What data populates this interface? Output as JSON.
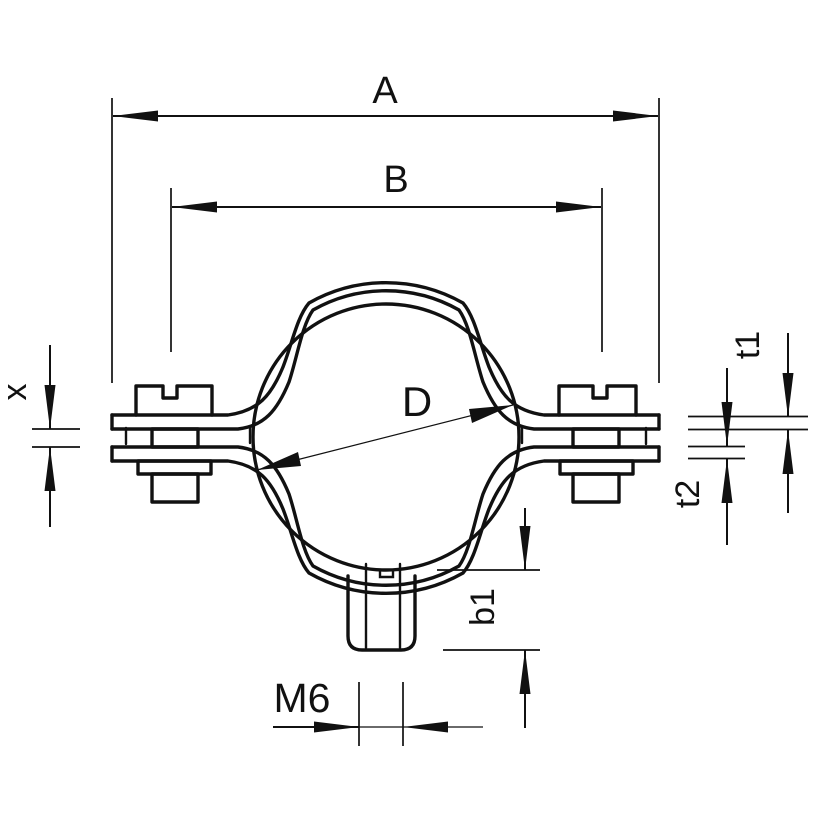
{
  "drawing": {
    "labels": {
      "A": "A",
      "B": "B",
      "D": "D",
      "M6": "M6",
      "x": "x",
      "t1": "t1",
      "t2": "t2",
      "b1": "b1"
    },
    "colors": {
      "line": "#111111",
      "background": "#ffffff"
    }
  }
}
